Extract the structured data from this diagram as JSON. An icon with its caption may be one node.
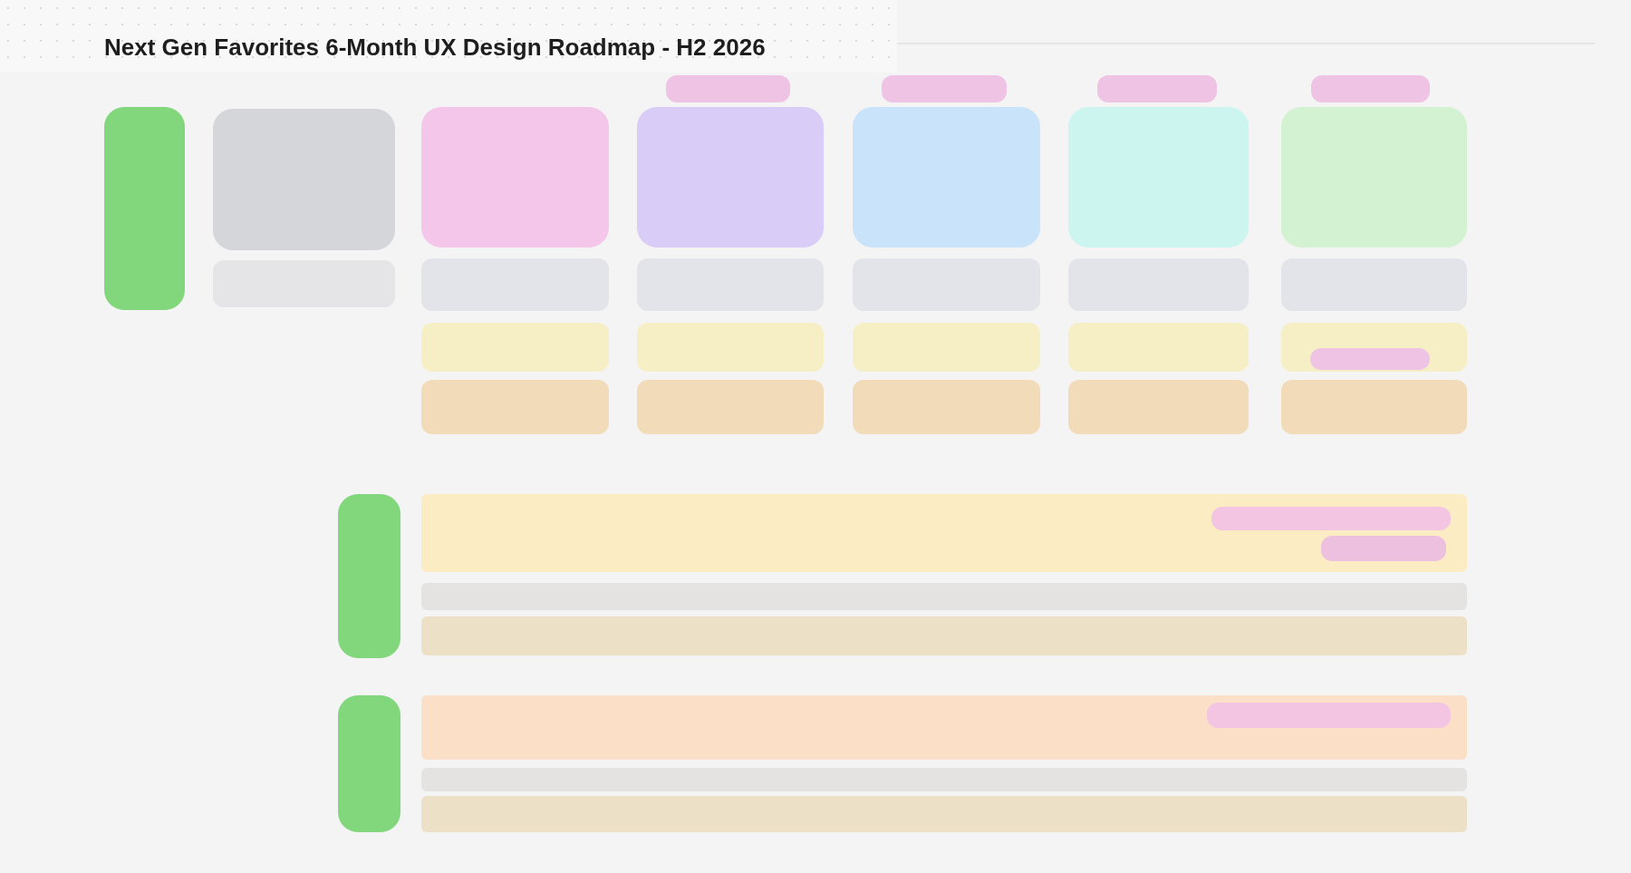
{
  "diagram": {
    "title": "Next Gen Favorites 6-Month UX Design Roadmap - H2 2026",
    "nodes": [
      {
        "text": [],
        "shape": "box"
      },
      {
        "text": [],
        "shape": "box"
      },
      {
        "text": [],
        "shape": "box"
      },
      {
        "text": [],
        "shape": "box"
      },
      {
        "text": [],
        "shape": "box"
      },
      {
        "text": [],
        "shape": "box"
      },
      {
        "text": [],
        "shape": "box"
      },
      {
        "text": [],
        "shape": "box"
      },
      {
        "text": [],
        "shape": "box"
      },
      {
        "text": [],
        "shape": "box"
      },
      {
        "text": [],
        "shape": "box"
      },
      {
        "text": [],
        "shape": "box"
      },
      {
        "text": [],
        "shape": "box"
      },
      {
        "text": [],
        "shape": "box"
      },
      {
        "text": [],
        "shape": "box"
      },
      {
        "text": [],
        "shape": "box"
      },
      {
        "text": [],
        "shape": "box"
      },
      {
        "text": [],
        "shape": "box"
      },
      {
        "text": [],
        "shape": "box"
      },
      {
        "text": [],
        "shape": "box"
      },
      {
        "text": [],
        "shape": "box"
      },
      {
        "text": [],
        "shape": "box"
      },
      {
        "text": [],
        "shape": "box",
        "in": 21
      },
      {
        "text": [],
        "shape": "box"
      },
      {
        "text": [],
        "shape": "box"
      },
      {
        "text": [],
        "shape": "box"
      },
      {
        "text": [],
        "shape": "box"
      },
      {
        "text": [],
        "shape": "box"
      },
      {
        "text": [],
        "shape": "box"
      },
      {
        "text": [],
        "shape": "bar"
      },
      {
        "text": [],
        "shape": "box",
        "in": 29
      },
      {
        "text": [],
        "shape": "box",
        "in": 29
      },
      {
        "text": [],
        "shape": "bar"
      },
      {
        "text": [],
        "shape": "bar"
      },
      {
        "text": [],
        "shape": "box"
      },
      {
        "text": [],
        "shape": "bar"
      },
      {
        "text": [],
        "shape": "box",
        "in": 35
      },
      {
        "text": [],
        "shape": "bar"
      },
      {
        "text": [],
        "shape": "bar"
      }
    ]
  }
}
